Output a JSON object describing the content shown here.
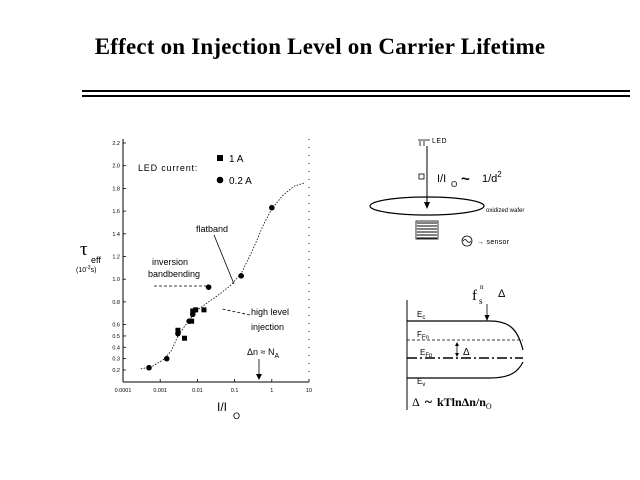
{
  "slide": {
    "title": "Effect on Injection Level on Carrier Lifetime"
  },
  "chart_data": {
    "type": "scatter",
    "x_scale": "log",
    "xlim": [
      0.0001,
      10
    ],
    "ylim": [
      0.2,
      2.2
    ],
    "grid": false,
    "xlabel": "I/I",
    "xlabel_sub": "O",
    "ylabel": "τ",
    "ylabel_sub": "eff",
    "ylabel_unit": "(10",
    "ylabel_unit_exp": "-3",
    "ylabel_unit_tail": "s)",
    "x_tick_labels": [
      "0.0001",
      "0.001",
      "0.01",
      "0.1",
      "1",
      "10"
    ],
    "y_tick_labels": [
      "2.2",
      "2.0",
      "1.8",
      "1.6",
      "1.4",
      "1.2",
      "1.0",
      "0.8",
      "0.6",
      "0.5",
      "0.4",
      "0.3",
      "0.2"
    ],
    "legend": {
      "title": "LED current:",
      "placement": "top-left",
      "entries": [
        {
          "marker": "square",
          "label": "1 A"
        },
        {
          "marker": "circle",
          "label": "0.2 A"
        }
      ]
    },
    "series": [
      {
        "name": "1 A",
        "marker": "square",
        "points": [
          {
            "x": 0.003,
            "y": 0.55
          },
          {
            "x": 0.0045,
            "y": 0.48
          },
          {
            "x": 0.007,
            "y": 0.63
          },
          {
            "x": 0.0075,
            "y": 0.72
          },
          {
            "x": 0.009,
            "y": 0.73
          },
          {
            "x": 0.015,
            "y": 0.73
          }
        ]
      },
      {
        "name": "0.2 A",
        "marker": "circle",
        "points": [
          {
            "x": 0.0005,
            "y": 0.22
          },
          {
            "x": 0.0015,
            "y": 0.3
          },
          {
            "x": 0.003,
            "y": 0.52
          },
          {
            "x": 0.006,
            "y": 0.63
          },
          {
            "x": 0.0075,
            "y": 0.69
          },
          {
            "x": 0.02,
            "y": 0.93
          },
          {
            "x": 0.15,
            "y": 1.03
          },
          {
            "x": 1.0,
            "y": 1.63
          }
        ]
      }
    ],
    "fit_curve": [
      [
        0.0003,
        0.21
      ],
      [
        0.0006,
        0.23
      ],
      [
        0.0012,
        0.29
      ],
      [
        0.002,
        0.37
      ],
      [
        0.003,
        0.5
      ],
      [
        0.006,
        0.64
      ],
      [
        0.01,
        0.73
      ],
      [
        0.02,
        0.8
      ],
      [
        0.04,
        0.87
      ],
      [
        0.08,
        0.95
      ],
      [
        0.15,
        1.05
      ],
      [
        0.3,
        1.25
      ],
      [
        0.6,
        1.48
      ],
      [
        1.0,
        1.62
      ],
      [
        2.0,
        1.74
      ],
      [
        4.0,
        1.82
      ],
      [
        8.0,
        1.85
      ]
    ],
    "annotations": [
      {
        "text": "flatband"
      },
      {
        "text": "inversion"
      },
      {
        "text": "bandbending"
      },
      {
        "text": "high level"
      },
      {
        "text": "injection"
      },
      {
        "text": "Δn ≈ N",
        "sub": "A"
      }
    ]
  },
  "setup_diagram": {
    "led_label": "LED",
    "ratio_label": "I/I",
    "ratio_sub": "O",
    "tilde": "~",
    "dist_label": "1/d",
    "dist_exp": "2",
    "wafer_label": "oxidized wafer",
    "sensor_label": "sensor"
  },
  "band_diagram": {
    "fs_label": "f",
    "fs_sub": "s",
    "fs_sup": "n",
    "delta": "Δ",
    "ec": "E",
    "ec_sub": "c",
    "efn": "F",
    "efn_sub": "Fn",
    "efp": "E",
    "efp_sub": "Fp",
    "ev": "E",
    "ev_sub": "v",
    "formula_left": "Δ",
    "formula_tilde": "~",
    "formula_right": "kTlnΔn/n",
    "formula_sub": "O"
  },
  "colors": {
    "ink": "#000000",
    "background": "#ffffff"
  }
}
